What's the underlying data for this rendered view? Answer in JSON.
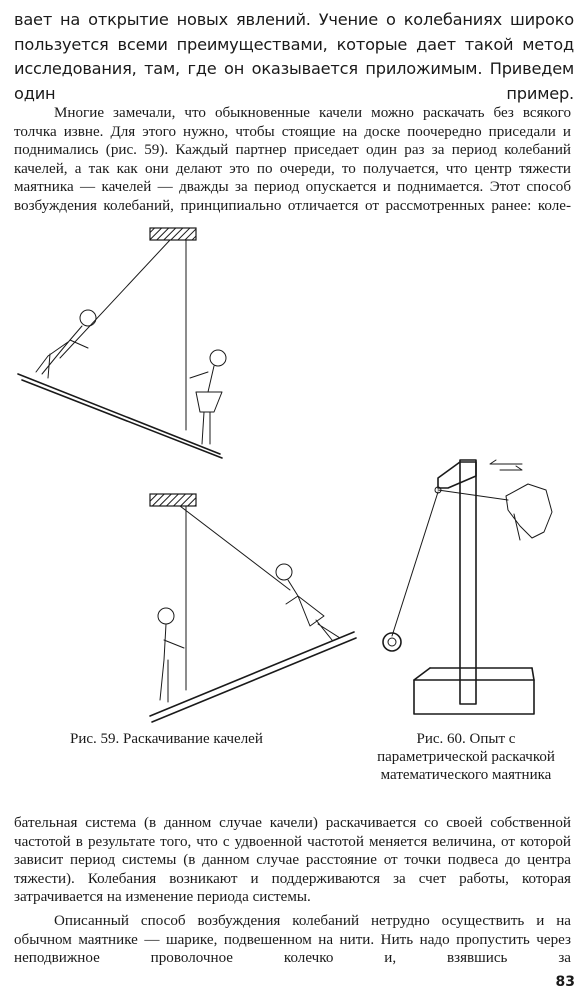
{
  "text": {
    "lead": "вает на открытие новых явлений. Учение о колебаниях широко пользуется всеми преимуществами, которые дает такой метод исследования, там, где он оказывается приложимым. Приведем один пример.",
    "para1": "Многие замечали, что обыкновенные качели можно раскачать без всякого толчка извне. Для этого нужно, чтобы стоящие на доске поочередно приседали и поднимались (рис. 59). Каждый партнер приседает один раз за период колебаний качелей, а так как они делают это по очереди, то получается, что центр тяжести маятника — качелей — дважды за период опускается и поднимается. Этот способ возбуждения колебаний, принципиально отличается от рассмотренных ранее: коле-",
    "para2": "бательная система (в данном случае качели) раскачивается со своей собственной частотой в результате того, что с удвоенной частотой меняется величина, от которой зависит период системы (в данном случае расстояние от точки подвеса до центра тяжести). Колебания возникают и поддерживаются за счет работы, которая затрачивается на изменение периода системы.",
    "para3": "Описанный способ возбуждения колебаний нетрудно осуществить и на обычном маятнике — шарике, подвешенном на нити. Нить надо пропустить через неподвижное проволочное колечко и, взявшись за"
  },
  "figures": {
    "fig59_caption": "Рис. 59. Раскачивание качелей",
    "fig60_caption": "Рис. 60. Опыт с параметрической раскачкой математического маятника"
  },
  "page_number": "83"
}
